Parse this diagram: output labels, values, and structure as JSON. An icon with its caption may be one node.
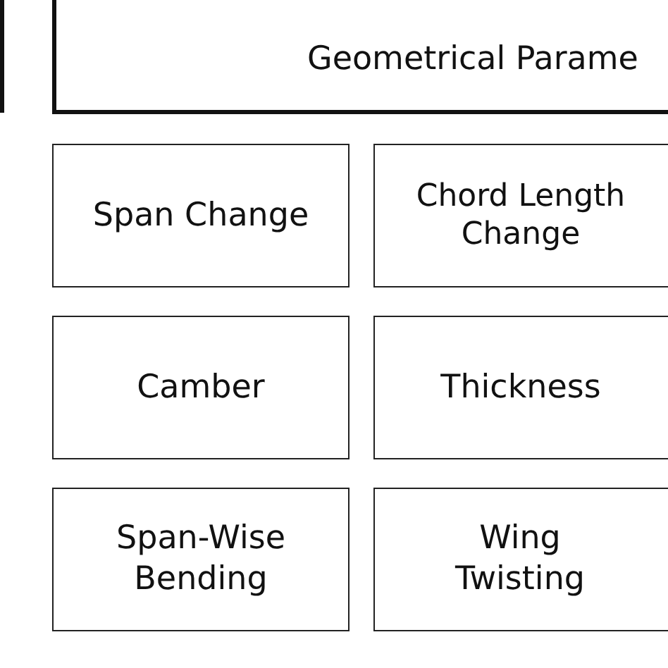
{
  "diagram": {
    "nodes": [
      {
        "text": [],
        "shape": "box"
      },
      {
        "text": [
          "Geometrical Parame"
        ]
      },
      {
        "text": [
          "Span Change"
        ]
      },
      {
        "text": [
          "Chord Length Change"
        ]
      },
      {
        "text": [
          "Camber"
        ]
      },
      {
        "text": [
          "Thickness"
        ]
      },
      {
        "text": [
          "Span-Wise Bending"
        ]
      },
      {
        "text": [
          "Wing Twisting"
        ]
      }
    ]
  }
}
